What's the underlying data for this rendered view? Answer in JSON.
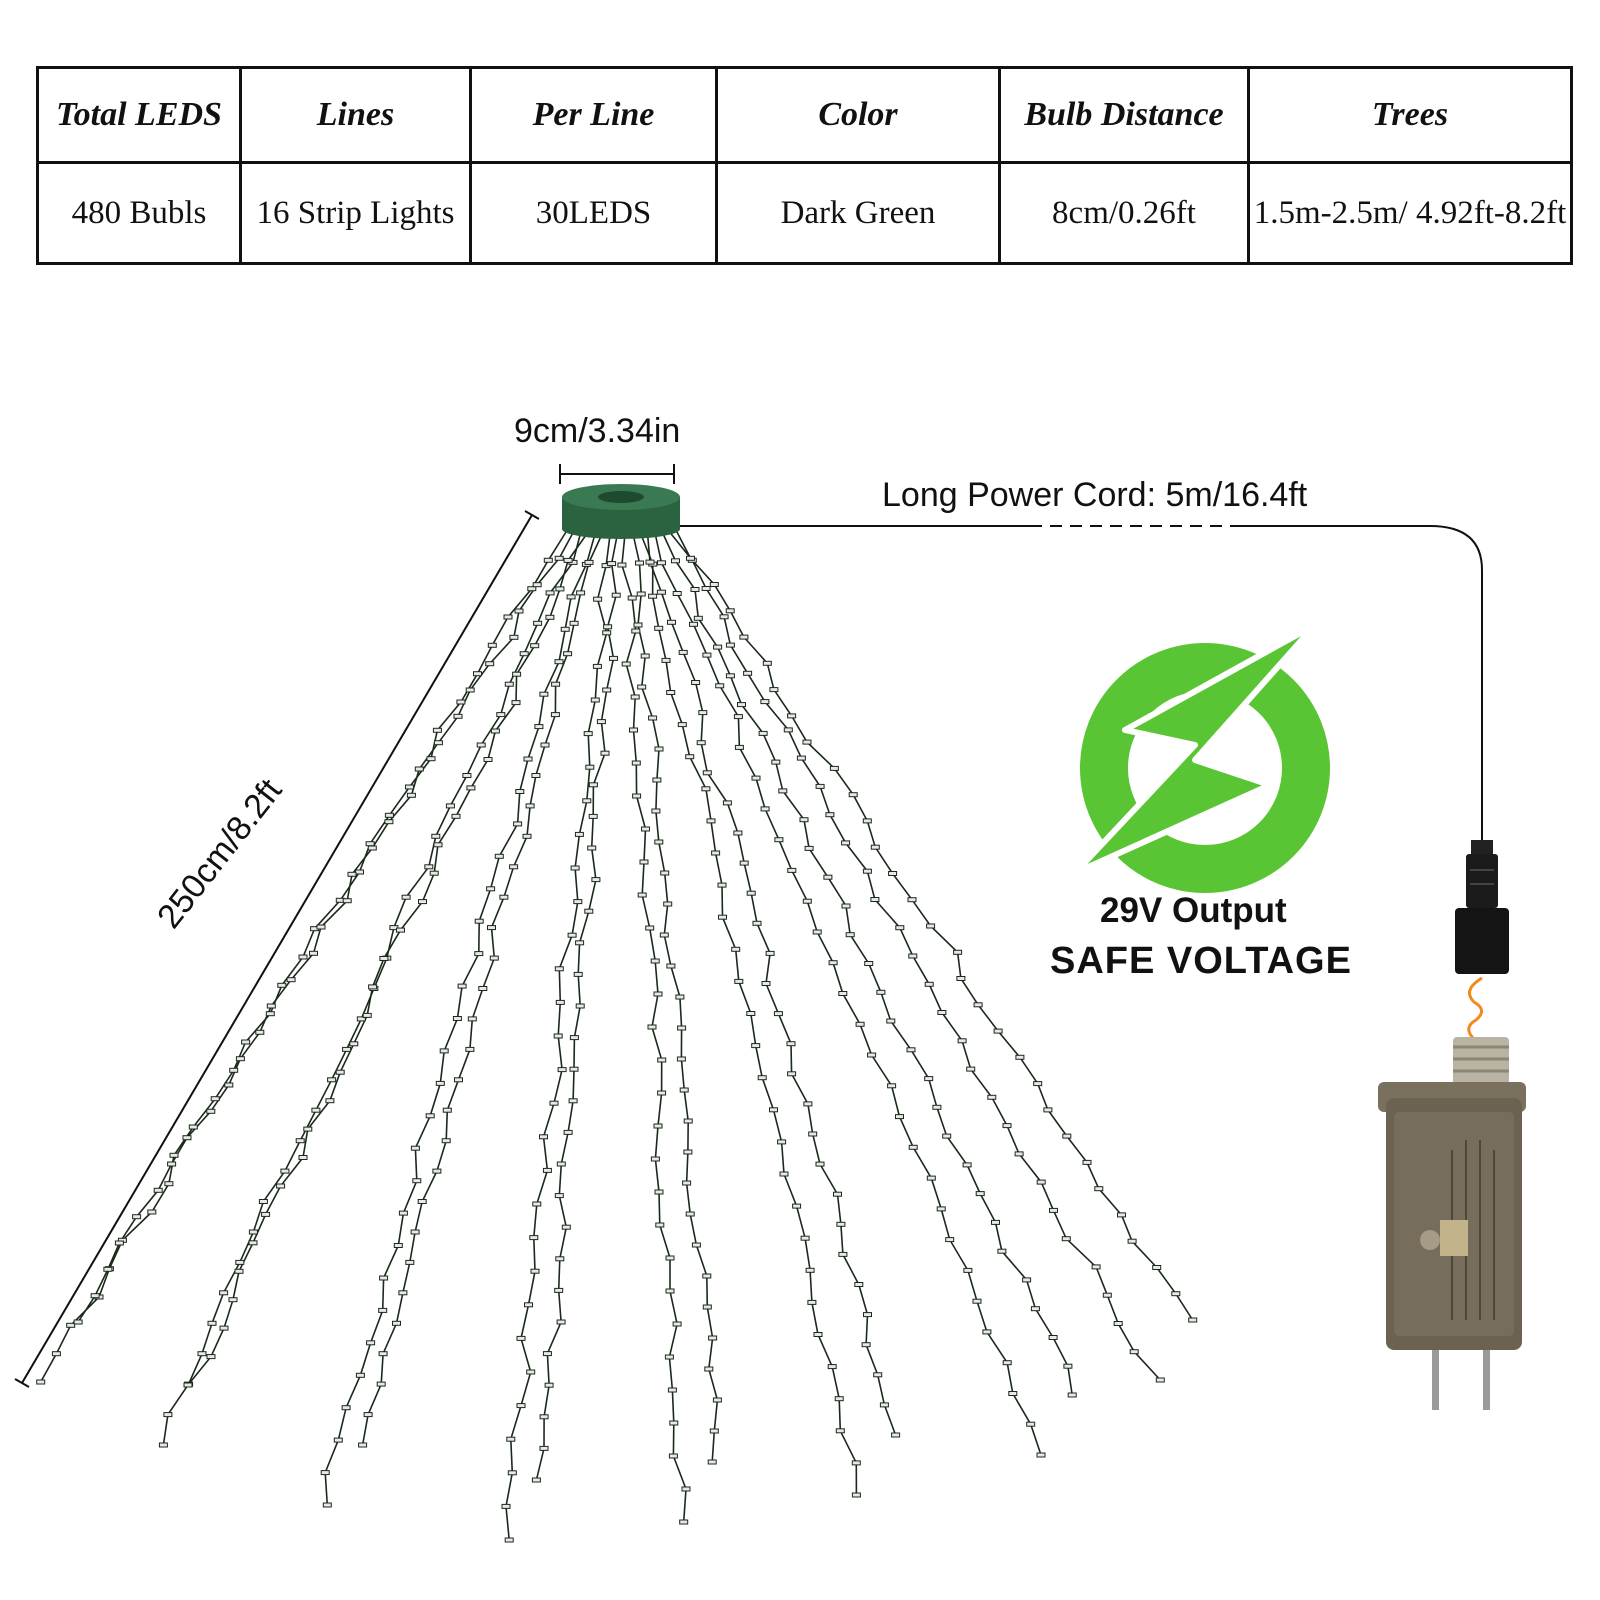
{
  "table": {
    "headers": [
      "Total LEDS",
      "Lines",
      "Per Line",
      "Color",
      "Bulb Distance",
      "Trees"
    ],
    "values": [
      "480 Bubls",
      "16 Strip Lights",
      "30LEDS",
      "Dark Green",
      "8cm/0.26ft",
      "1.5m-2.5m/ 4.92ft-8.2ft"
    ]
  },
  "diagram": {
    "top_width": "9cm/3.34in",
    "cord_length": "Long Power Cord: 5m/16.4ft",
    "strand_length": "250cm/8.2ft",
    "output": "29V Output",
    "safety": "SAFE VOLTAGE"
  },
  "colors": {
    "ring": "#2e6b44",
    "wire": "#1a2a1a",
    "bulb": "#e8e8e8",
    "badge": "#5ac534",
    "adapter": "#6b6252",
    "arrow": "#f08a1c"
  },
  "icons": [
    "lightning-badge-icon",
    "power-plug-icon",
    "led-ring-icon"
  ]
}
